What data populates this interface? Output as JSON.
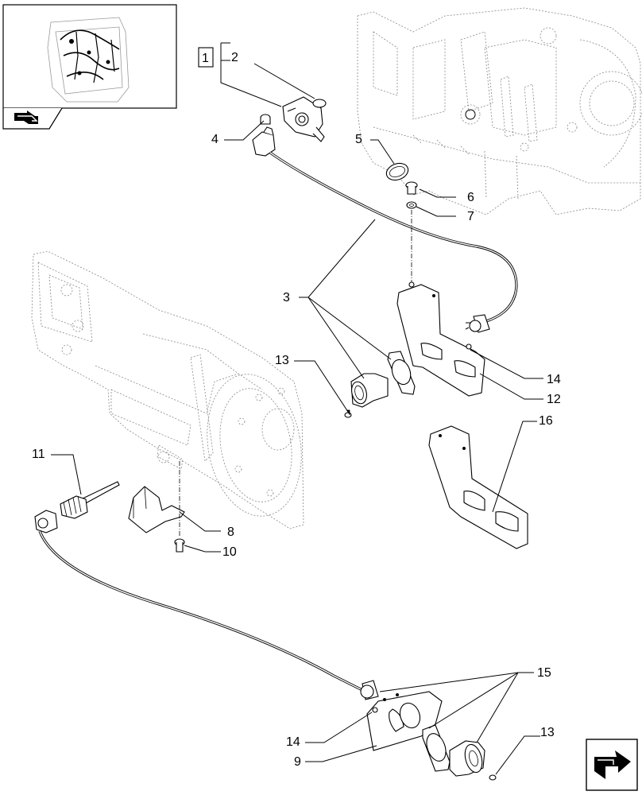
{
  "callouts": {
    "c1": "1",
    "c2": "2",
    "c3": "3",
    "c4": "4",
    "c5": "5",
    "c6": "6",
    "c7": "7",
    "c8": "8",
    "c9": "9",
    "c10": "10",
    "c11": "11",
    "c12": "12",
    "c13a": "13",
    "c13b": "13",
    "c14a": "14",
    "c14b": "14",
    "c15": "15",
    "c16": "16"
  },
  "icons": {
    "thumbnail": "tractor-cab-wiring-thumbnail",
    "nav_prev": "back-arrow-icon",
    "nav_next": "page-turn-arrow-icon"
  },
  "colors": {
    "line": "#000000",
    "ghost": "#888888",
    "frame_fill": "#ffffff"
  }
}
